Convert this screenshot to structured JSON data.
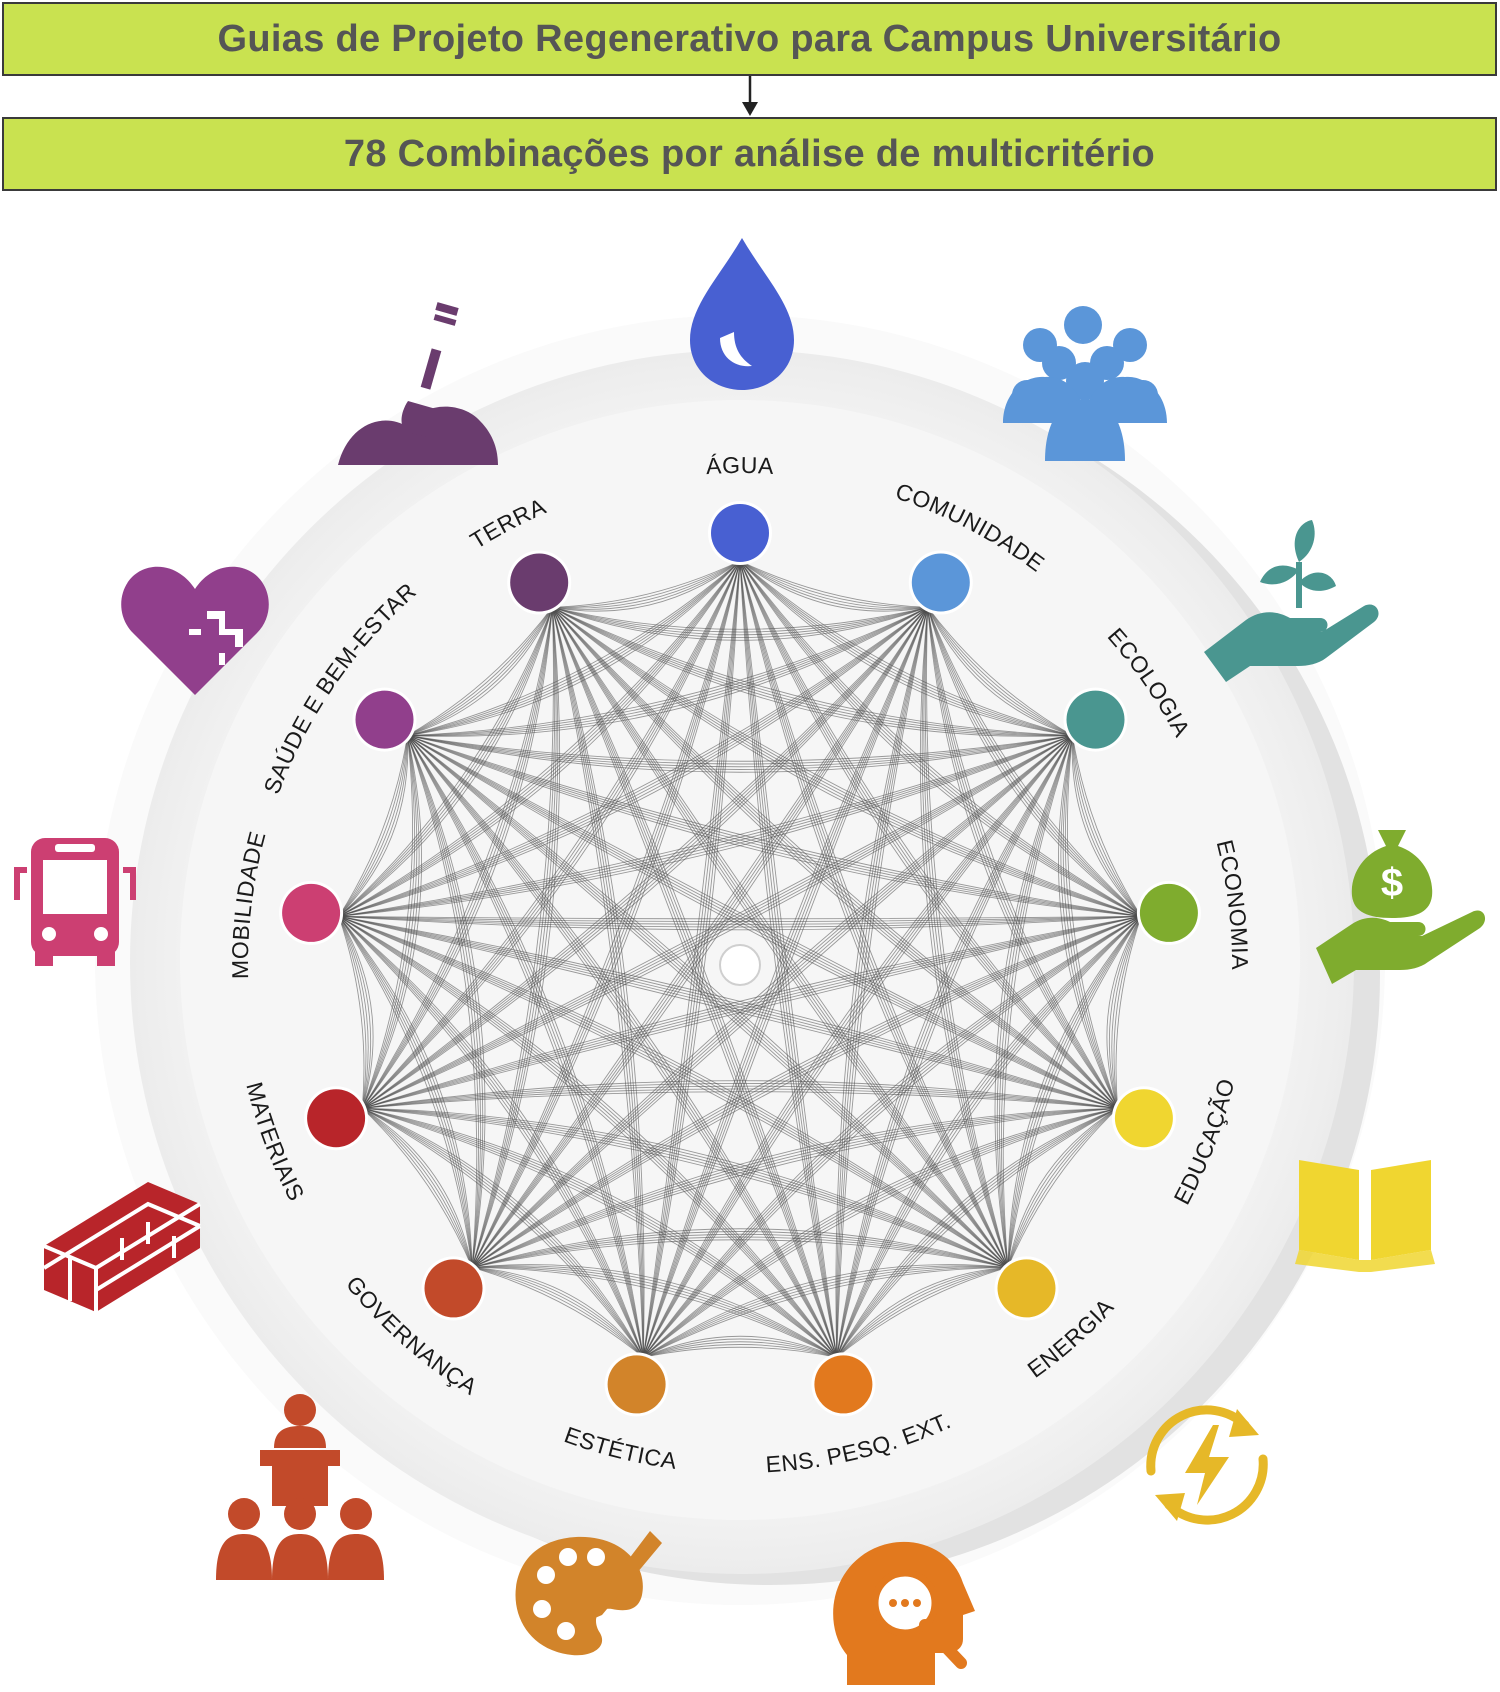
{
  "header": {
    "title": "Guias de Projeto Regenerativo para Campus Universitário",
    "subtitle": "78 Combinações por análise de multicritério"
  },
  "colors": {
    "header_fill": "#c9e250",
    "edge": "#4a4a4a",
    "ring_outer": "#ececec",
    "ring_inner": "#f5f5f5"
  },
  "nodes": [
    {
      "label": "ÁGUA",
      "color": "#4860d2",
      "icon": "water-drop-icon"
    },
    {
      "label": "COMUNIDADE",
      "color": "#5b96d9",
      "icon": "people-group-icon"
    },
    {
      "label": "ECOLOGIA",
      "color": "#4a9690",
      "icon": "hand-plant-icon"
    },
    {
      "label": "ECONOMIA",
      "color": "#7fac2e",
      "icon": "money-hand-icon"
    },
    {
      "label": "EDUCAÇÃO",
      "color": "#f0d630",
      "icon": "open-book-icon"
    },
    {
      "label": "ENERGIA",
      "color": "#e6b828",
      "icon": "energy-cycle-icon"
    },
    {
      "label": "ENS. PESQ. EXT.",
      "color": "#e2791e",
      "icon": "head-search-icon"
    },
    {
      "label": "ESTÉTICA",
      "color": "#d2842a",
      "icon": "palette-icon"
    },
    {
      "label": "GOVERNANÇA",
      "color": "#c24a2a",
      "icon": "podium-people-icon"
    },
    {
      "label": "MATERIAIS",
      "color": "#b8252a",
      "icon": "brick-wall-icon"
    },
    {
      "label": "MOBILIDADE",
      "color": "#cc3f72",
      "icon": "bus-icon"
    },
    {
      "label": "SAÚDE E BEM-ESTAR",
      "color": "#913f8c",
      "icon": "heart-plus-icon"
    },
    {
      "label": "TERRA",
      "color": "#6a3c6e",
      "icon": "shovel-soil-icon"
    }
  ]
}
